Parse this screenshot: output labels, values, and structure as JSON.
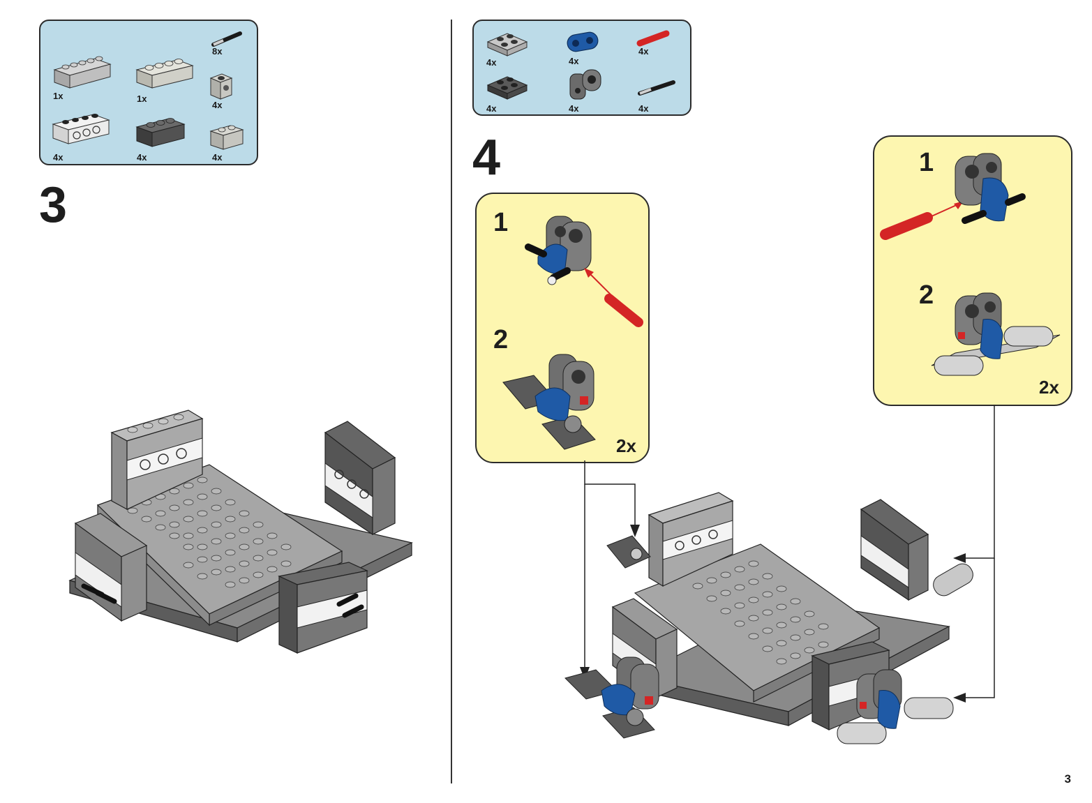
{
  "page_number": "3",
  "left": {
    "parts": [
      {
        "qty": "1x",
        "icon": "brick-1x6-slope-icon"
      },
      {
        "qty": "1x",
        "icon": "brick-1x4-light-icon"
      },
      {
        "qty": "8x",
        "icon": "axle-pin-icon"
      },
      {
        "qty": "4x",
        "icon": "brick-1x1-hole-icon"
      },
      {
        "qty": "4x",
        "icon": "technic-brick-1x4-icon"
      },
      {
        "qty": "4x",
        "icon": "brick-1x3-dark-icon"
      },
      {
        "qty": "4x",
        "icon": "brick-1x2-light-icon"
      }
    ],
    "step": "3"
  },
  "right": {
    "parts": [
      {
        "qty": "4x",
        "icon": "plate-2x2-light-icon"
      },
      {
        "qty": "4x",
        "icon": "connector-blue-icon"
      },
      {
        "qty": "4x",
        "icon": "axle-red-icon"
      },
      {
        "qty": "4x",
        "icon": "plate-2x2-dark-icon"
      },
      {
        "qty": "4x",
        "icon": "bracket-dark-icon"
      },
      {
        "qty": "4x",
        "icon": "axle-pin-black-icon"
      }
    ],
    "step": "4",
    "sub_left": {
      "step1": "1",
      "step2": "2",
      "multiplier": "2x"
    },
    "sub_right": {
      "step1": "1",
      "step2": "2",
      "multiplier": "2x"
    }
  }
}
